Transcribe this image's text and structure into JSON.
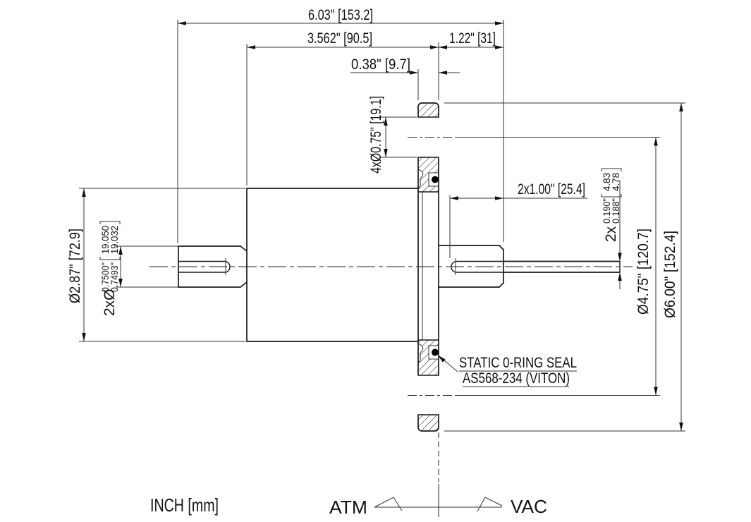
{
  "labels": {
    "units": "INCH [mm]",
    "atm": "ATM",
    "vac": "VAC"
  },
  "dims": {
    "overall": "6.03\" [153.2]",
    "body_to_face": "3.562\" [90.5]",
    "face_to_hub": "1.22\" [31]",
    "flange_thickness": "0.38\" [9.7]",
    "bolt_holes": "4xØ0.75\" [19.1]",
    "hole_depth": "2x1.00\" [25.4]",
    "body_dia": "Ø2.87\" [72.9]",
    "bolt_circle": "Ø4.75\" [120.7]",
    "flange_dia": "Ø6.00\" [152.4]",
    "shaft_left_prefix": "2xØ",
    "shaft_left_upper": "0.7500\"",
    "shaft_left_lower": "0.7493\"",
    "shaft_left_mm_upper": "19.050",
    "shaft_left_mm_lower": "19.032",
    "shaft_right_prefix": "2x",
    "shaft_right_upper": "0.190\"",
    "shaft_right_lower": "0.188\"",
    "shaft_right_mm_upper": "4.83",
    "shaft_right_mm_lower": "4.78"
  },
  "note": {
    "line1": "STATIC 0-RING SEAL",
    "line2": "AS568-234 (VITON)"
  }
}
